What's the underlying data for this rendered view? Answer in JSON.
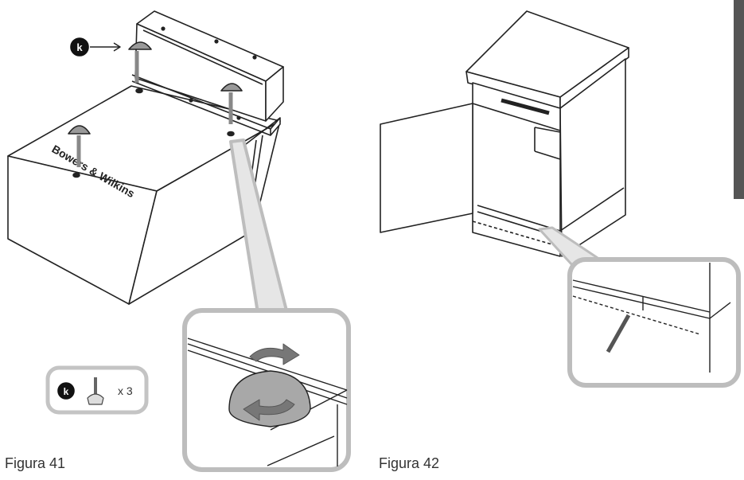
{
  "figure41": {
    "caption": "Figura 41",
    "part_label": "k",
    "quantity": "x 3",
    "box_text": "Bowers & Wilkins"
  },
  "figure42": {
    "caption": "Figura 42"
  },
  "colors": {
    "line": "#222222",
    "callout_gray": "#bdbdbd",
    "foot_gray": "#8a8a8a",
    "side_tab": "#555555"
  }
}
